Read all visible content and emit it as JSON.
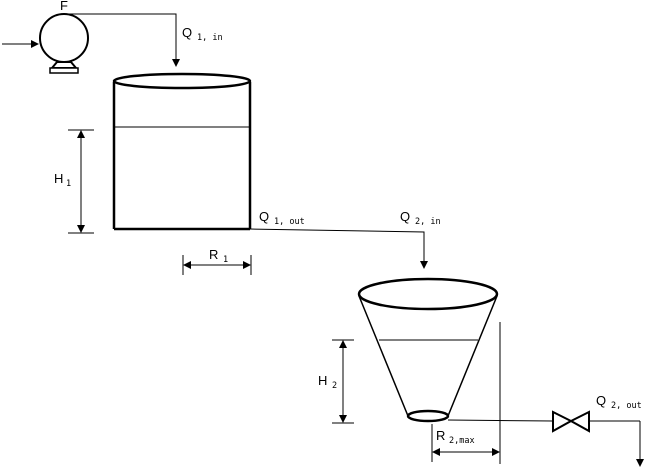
{
  "pump": {
    "label": "F"
  },
  "flows": {
    "q1_in": {
      "main": "Q",
      "sub": "1, in"
    },
    "q1_out": {
      "main": "Q",
      "sub": "1, out"
    },
    "q2_in": {
      "main": "Q",
      "sub": "2, in"
    },
    "q2_out": {
      "main": "Q",
      "sub": "2, out"
    }
  },
  "dimensions": {
    "h1": {
      "main": "H",
      "sub": "1"
    },
    "r1": {
      "main": "R",
      "sub": "1"
    },
    "h2": {
      "main": "H",
      "sub": "2"
    },
    "r2max": {
      "main": "R",
      "sub": "2,max"
    }
  }
}
